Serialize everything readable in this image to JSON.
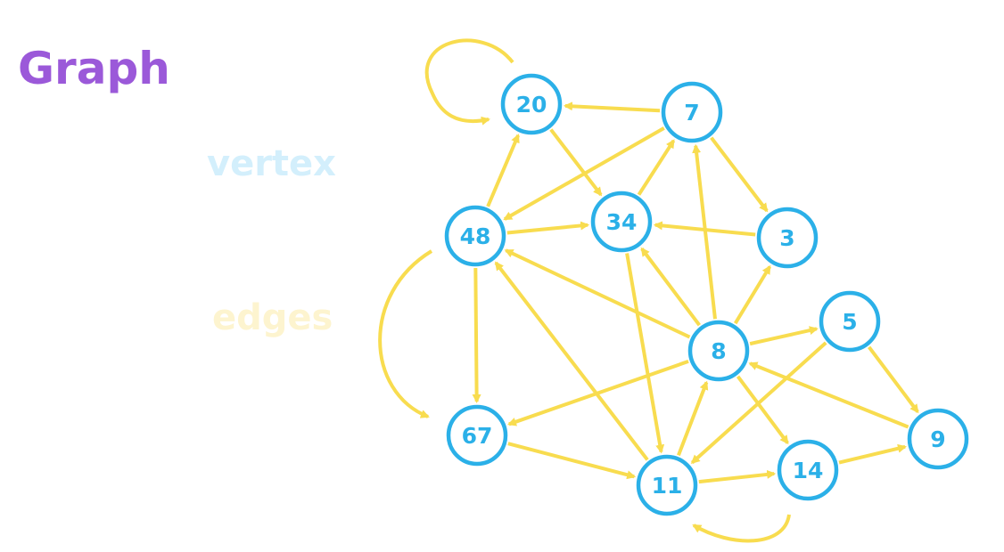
{
  "title": "Graph",
  "labels": {
    "vertex": "vertex",
    "edges": "edges"
  },
  "colors": {
    "title": "#9b59d9",
    "vertex": "#2bb0e8",
    "vertex_label": "#d3effc",
    "edge": "#f8dc4f",
    "edges_label": "#fdf4cf"
  },
  "graph": {
    "nodes": [
      {
        "id": "20",
        "label": "20"
      },
      {
        "id": "7",
        "label": "7"
      },
      {
        "id": "48",
        "label": "48"
      },
      {
        "id": "34",
        "label": "34"
      },
      {
        "id": "3",
        "label": "3"
      },
      {
        "id": "5",
        "label": "5"
      },
      {
        "id": "8",
        "label": "8"
      },
      {
        "id": "67",
        "label": "67"
      },
      {
        "id": "11",
        "label": "11"
      },
      {
        "id": "14",
        "label": "14"
      },
      {
        "id": "9",
        "label": "9"
      }
    ],
    "edges": [
      {
        "from": "7",
        "to": "20"
      },
      {
        "from": "7",
        "to": "48"
      },
      {
        "from": "7",
        "to": "3"
      },
      {
        "from": "20",
        "to": "34"
      },
      {
        "from": "48",
        "to": "20"
      },
      {
        "from": "48",
        "to": "34"
      },
      {
        "from": "48",
        "to": "67"
      },
      {
        "from": "34",
        "to": "7"
      },
      {
        "from": "34",
        "to": "11"
      },
      {
        "from": "3",
        "to": "34"
      },
      {
        "from": "8",
        "to": "7"
      },
      {
        "from": "8",
        "to": "3"
      },
      {
        "from": "8",
        "to": "34"
      },
      {
        "from": "8",
        "to": "48"
      },
      {
        "from": "8",
        "to": "5"
      },
      {
        "from": "8",
        "to": "67"
      },
      {
        "from": "8",
        "to": "14"
      },
      {
        "from": "5",
        "to": "9"
      },
      {
        "from": "5",
        "to": "11"
      },
      {
        "from": "9",
        "to": "8"
      },
      {
        "from": "67",
        "to": "11"
      },
      {
        "from": "11",
        "to": "48"
      },
      {
        "from": "11",
        "to": "8"
      },
      {
        "from": "11",
        "to": "14"
      },
      {
        "from": "14",
        "to": "9"
      },
      {
        "from": "20",
        "to": "20",
        "loop": true
      },
      {
        "from": "11",
        "to": "11",
        "loop": true
      },
      {
        "from": "48",
        "to": "67",
        "curved": true
      }
    ]
  }
}
